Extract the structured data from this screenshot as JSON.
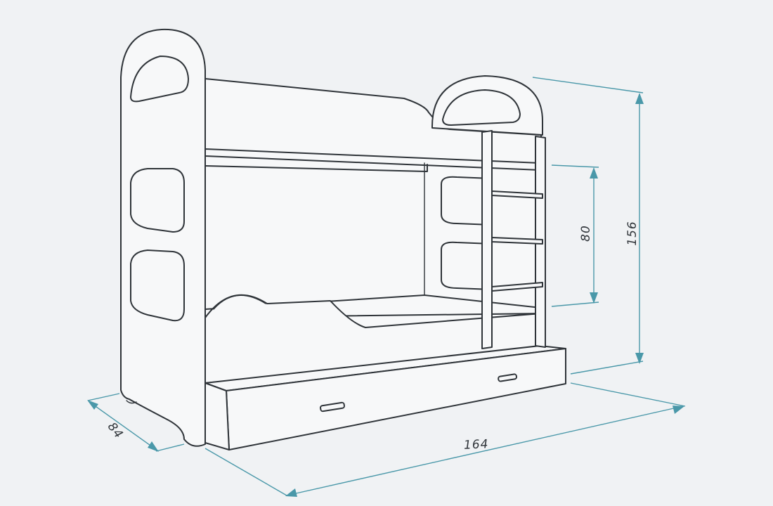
{
  "diagram": {
    "dimension_color": "#4a98a9",
    "line_color": "#2f3439",
    "background_color": "#f0f2f4",
    "dimensions": {
      "length": "164",
      "depth": "84",
      "height": "156",
      "rail_height": "80"
    }
  }
}
